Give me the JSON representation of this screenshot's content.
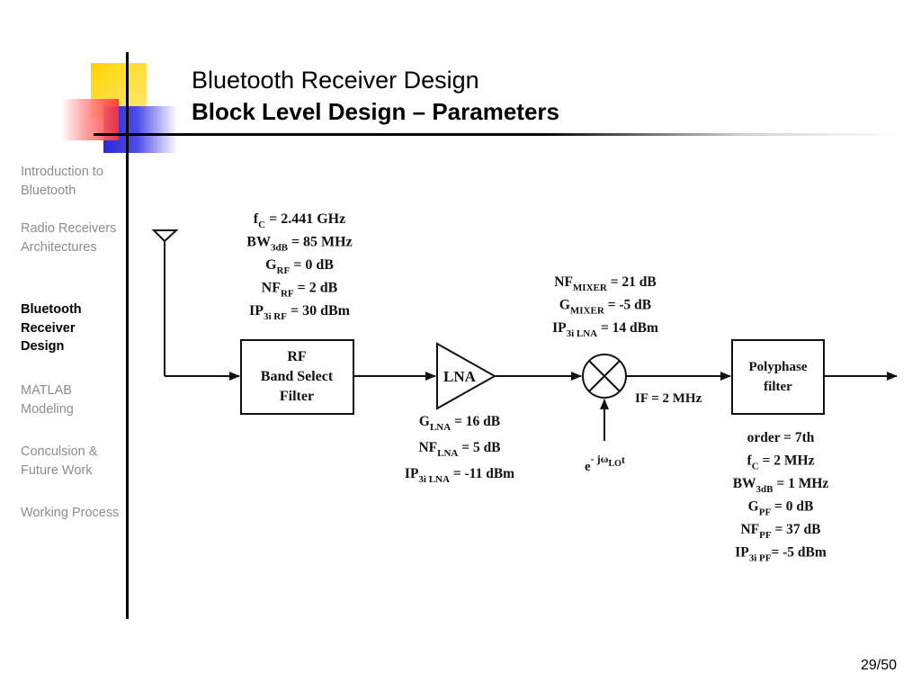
{
  "title": {
    "line1": "Bluetooth Receiver Design",
    "line2": "Block Level Design – Parameters"
  },
  "nav": [
    {
      "label": "Introduction to Bluetooth",
      "active": false
    },
    {
      "label": "Radio Receivers Architectures",
      "active": false
    },
    {
      "label": "Bluetooth Receiver Design",
      "active": true
    },
    {
      "label": "MATLAB Modeling",
      "active": false
    },
    {
      "label": "Conculsion & Future Work",
      "active": false
    },
    {
      "label": "Working Process",
      "active": false
    }
  ],
  "page_number": "29/50",
  "diagram": {
    "blocks": {
      "rf_filter": [
        "RF",
        "Band Select",
        "Filter"
      ],
      "lna": "LNA",
      "polyphase": [
        "Polyphase",
        "filter"
      ]
    },
    "if_label": "IF = 2 MHz",
    "lo_label": {
      "base": "e",
      "exp": "- jω",
      "sub": "LO",
      "tail": "t"
    },
    "params": {
      "rf": [
        {
          "main": "f",
          "sub": "C",
          "rest": " = 2.441 GHz"
        },
        {
          "main": "BW",
          "sub": "3dB",
          "rest": " = 85 MHz"
        },
        {
          "main": "G",
          "sub": "RF",
          "rest": " = 0 dB"
        },
        {
          "main": "NF",
          "sub": "RF",
          "rest": " = 2 dB"
        },
        {
          "main": "IP",
          "sub": "3i RF",
          "rest": " = 30 dBm"
        }
      ],
      "lna": [
        {
          "main": "G",
          "sub": "LNA",
          "rest": " = 16 dB"
        },
        {
          "main": "NF",
          "sub": "LNA",
          "rest": " = 5 dB"
        },
        {
          "main": "IP",
          "sub": "3i LNA",
          "rest": " = -11 dBm"
        }
      ],
      "mixer": [
        {
          "main": "NF",
          "sub": "MIXER",
          "rest": " = 21 dB"
        },
        {
          "main": "G",
          "sub": "MIXER",
          "rest": " = -5 dB"
        },
        {
          "main": "IP",
          "sub": "3i LNA",
          "rest": " = 14 dBm"
        }
      ],
      "pf": [
        {
          "main": "order = 7th",
          "sub": "",
          "rest": ""
        },
        {
          "main": "f",
          "sub": "C",
          "rest": " = 2 MHz"
        },
        {
          "main": "BW",
          "sub": "3dB",
          "rest": " = 1 MHz"
        },
        {
          "main": "G",
          "sub": "PF",
          "rest": " = 0 dB"
        },
        {
          "main": "NF",
          "sub": "PF",
          "rest": " = 37 dB"
        },
        {
          "main": "IP",
          "sub": "3i PF",
          "rest": "= -5 dBm"
        }
      ]
    }
  }
}
